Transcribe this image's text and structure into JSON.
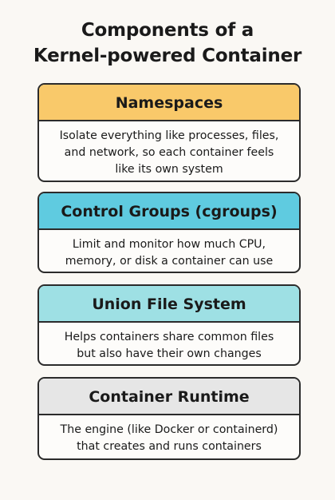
{
  "title": {
    "line1": "Components of a",
    "line2": "Kernel-powered Container"
  },
  "components": [
    {
      "name": "Namespaces",
      "color": "#f9c96a",
      "description": [
        "Isolate everything like processes, files,",
        "and network, so each container feels",
        "like its own system"
      ]
    },
    {
      "name": "Control Groups (cgroups)",
      "color": "#5fcbe0",
      "description": [
        "Limit and monitor how much CPU,",
        "memory, or disk a container can use"
      ]
    },
    {
      "name": "Union File System",
      "color": "#9ee0e4",
      "description": [
        "Helps containers share common files",
        "but also have their own changes"
      ]
    },
    {
      "name": "Container Runtime",
      "color": "#e6e6e6",
      "description": [
        "The engine (like Docker or containerd)",
        "that creates and runs containers"
      ]
    }
  ]
}
